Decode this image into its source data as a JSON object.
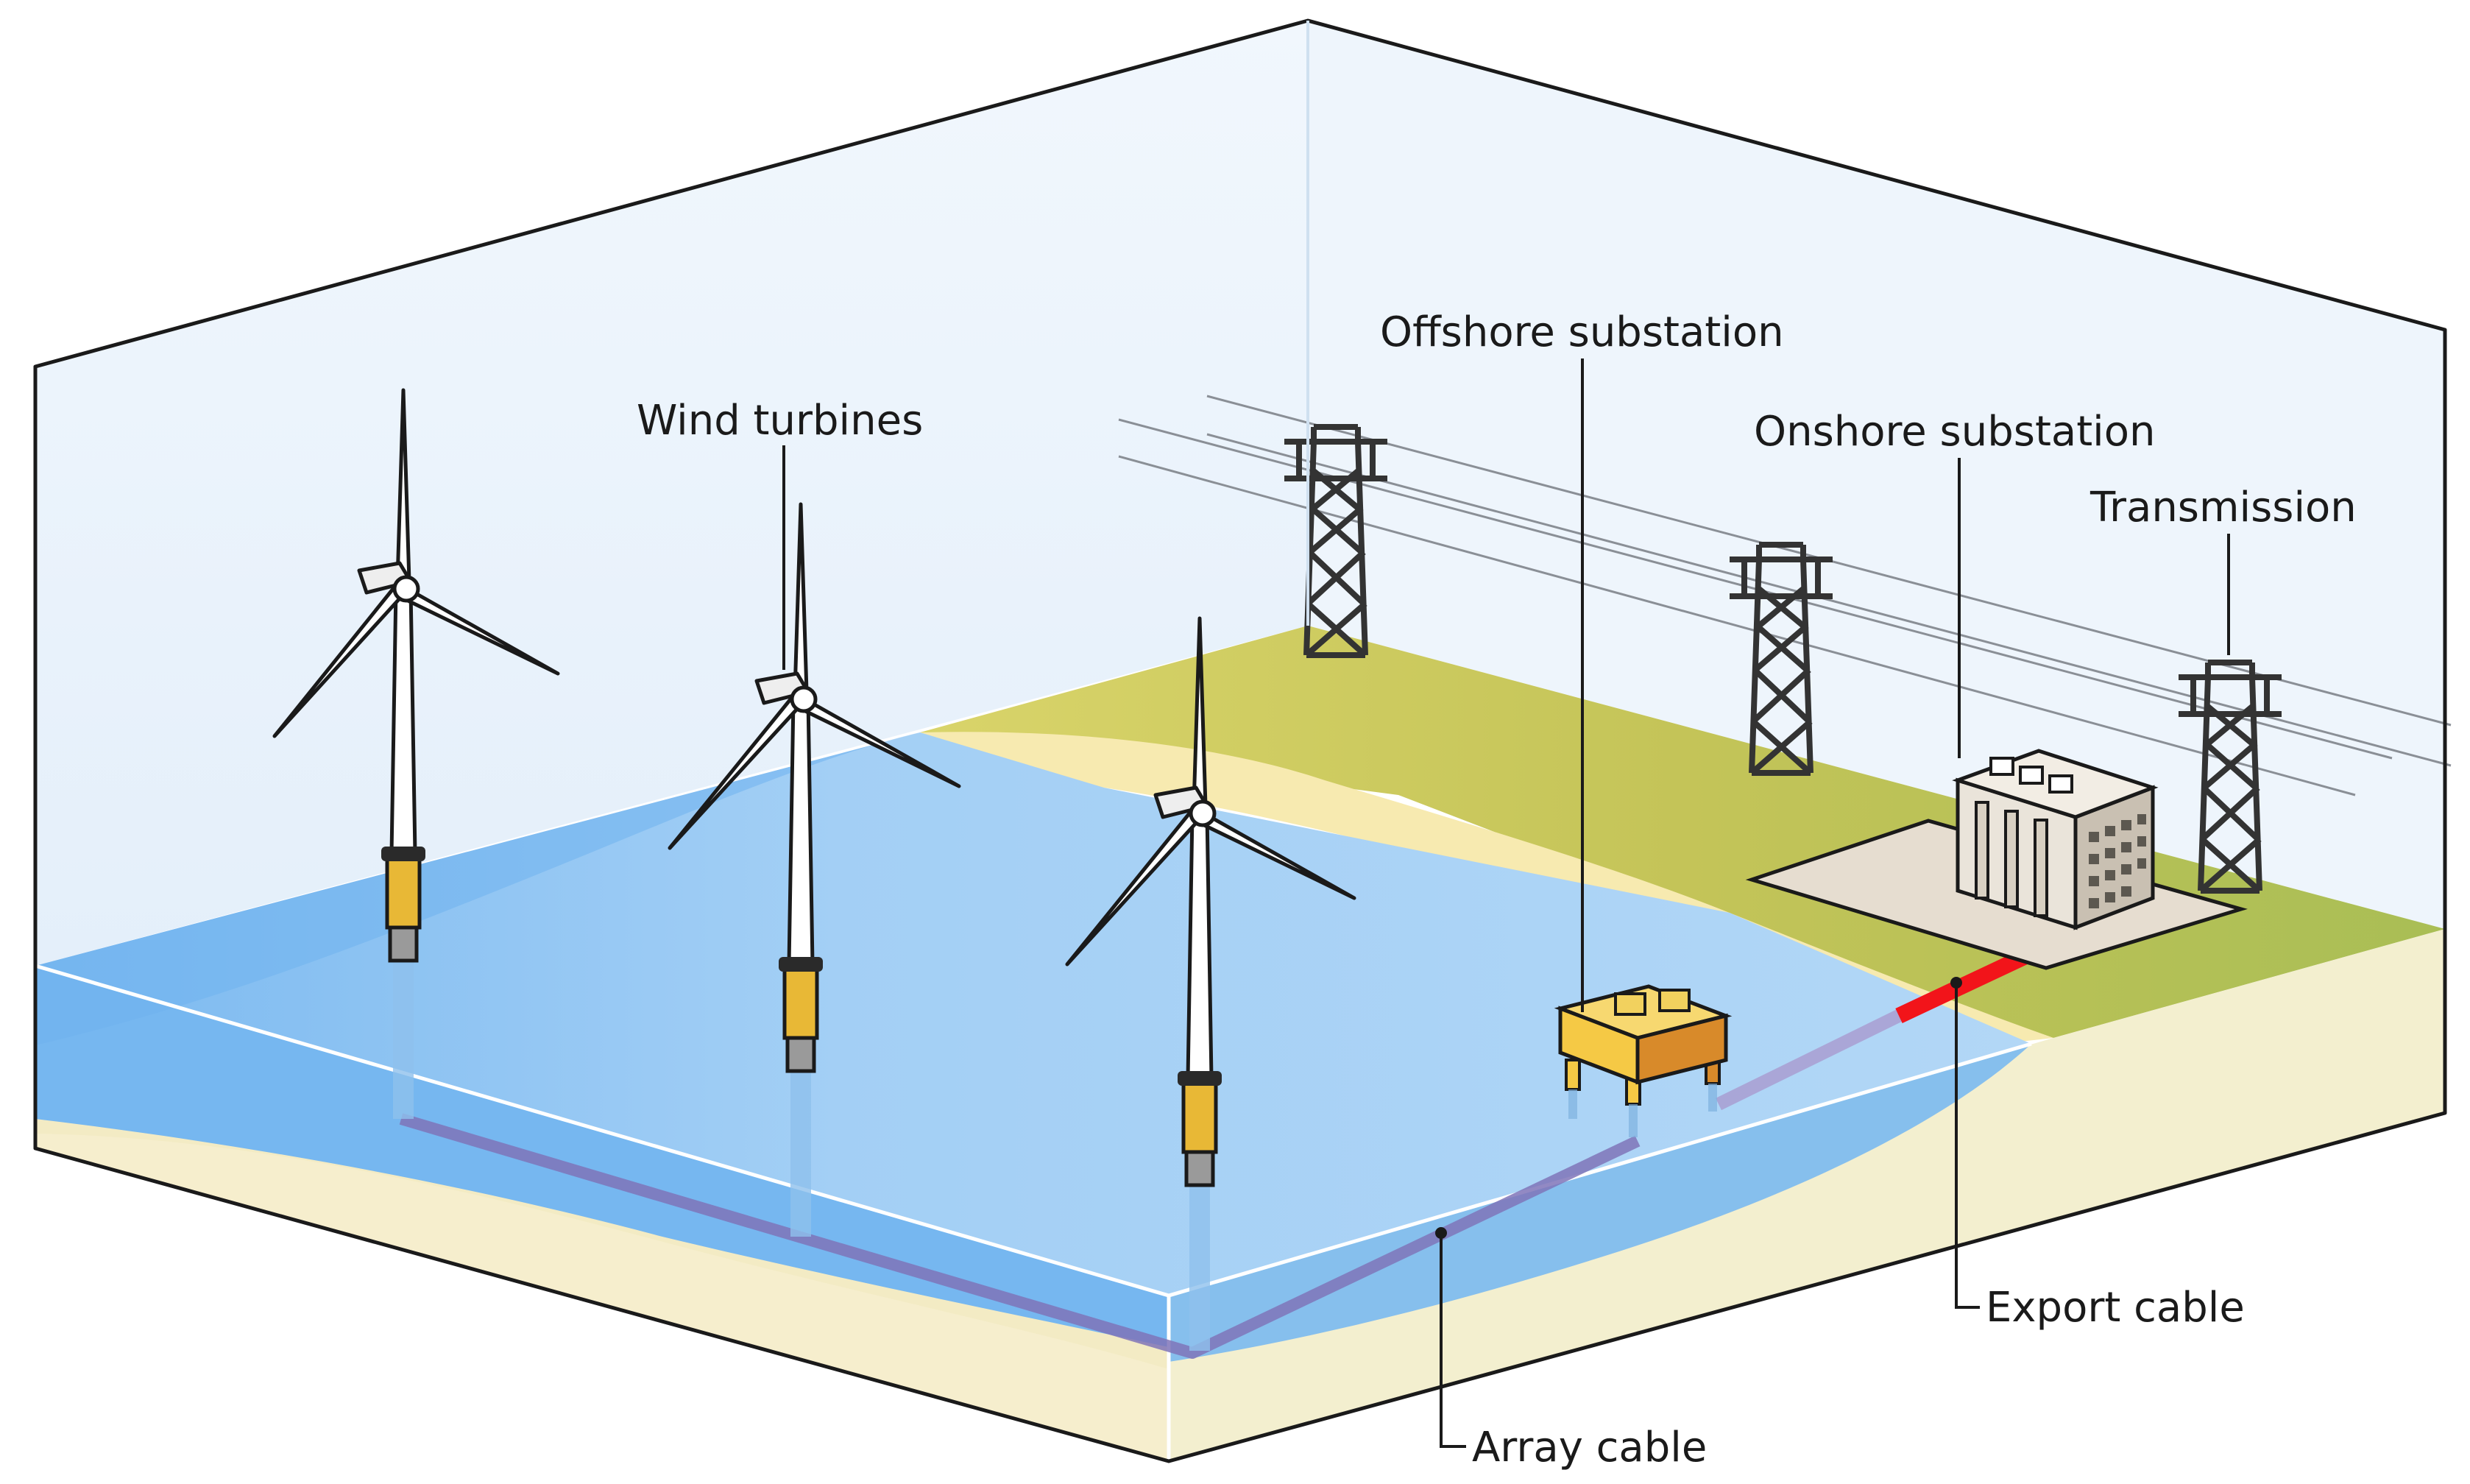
{
  "labels": {
    "wind_turbines": "Wind turbines",
    "offshore_substation": "Offshore substation",
    "onshore_substation": "Onshore substation",
    "transmission": "Transmission",
    "export_cable": "Export cable",
    "array_cable": "Array cable"
  },
  "colors": {
    "sky": "#eaf3fc",
    "sea_surface": "#a3cff5",
    "sea_deep": "#6fb2ef",
    "land_green": "#a9be55",
    "sand": "#f7eab0",
    "sediment": "#f3efcf",
    "array_cable": "#7f74b8",
    "export_cable": "#f2141a",
    "substation_yellow": "#f5c945",
    "substation_orange": "#d88a2a",
    "building": "#e6ddd0"
  }
}
